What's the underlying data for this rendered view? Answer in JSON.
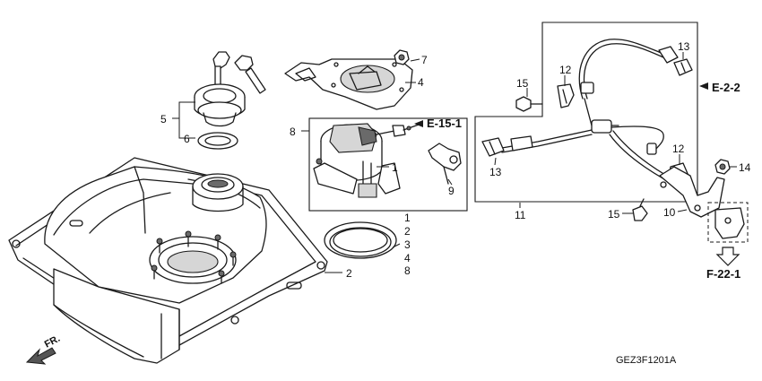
{
  "callouts": {
    "c1": "1",
    "c1b": "1",
    "c2": "2",
    "c2b": "2",
    "c3": "3",
    "c4": "4",
    "c4b": "4",
    "c5": "5",
    "c6": "6",
    "c7": "7",
    "c8": "8",
    "c8b": "8",
    "c9": "9",
    "c10": "10",
    "c11": "11",
    "c12": "12",
    "c12b": "12",
    "c13": "13",
    "c13b": "13",
    "c14": "14",
    "c15": "15",
    "c15b": "15"
  },
  "refs": {
    "e15": "E-15-1",
    "e22": "E-2-2",
    "f22": "F-22-1"
  },
  "front_label": "FR.",
  "diagram_code": "GEZ3F1201A"
}
